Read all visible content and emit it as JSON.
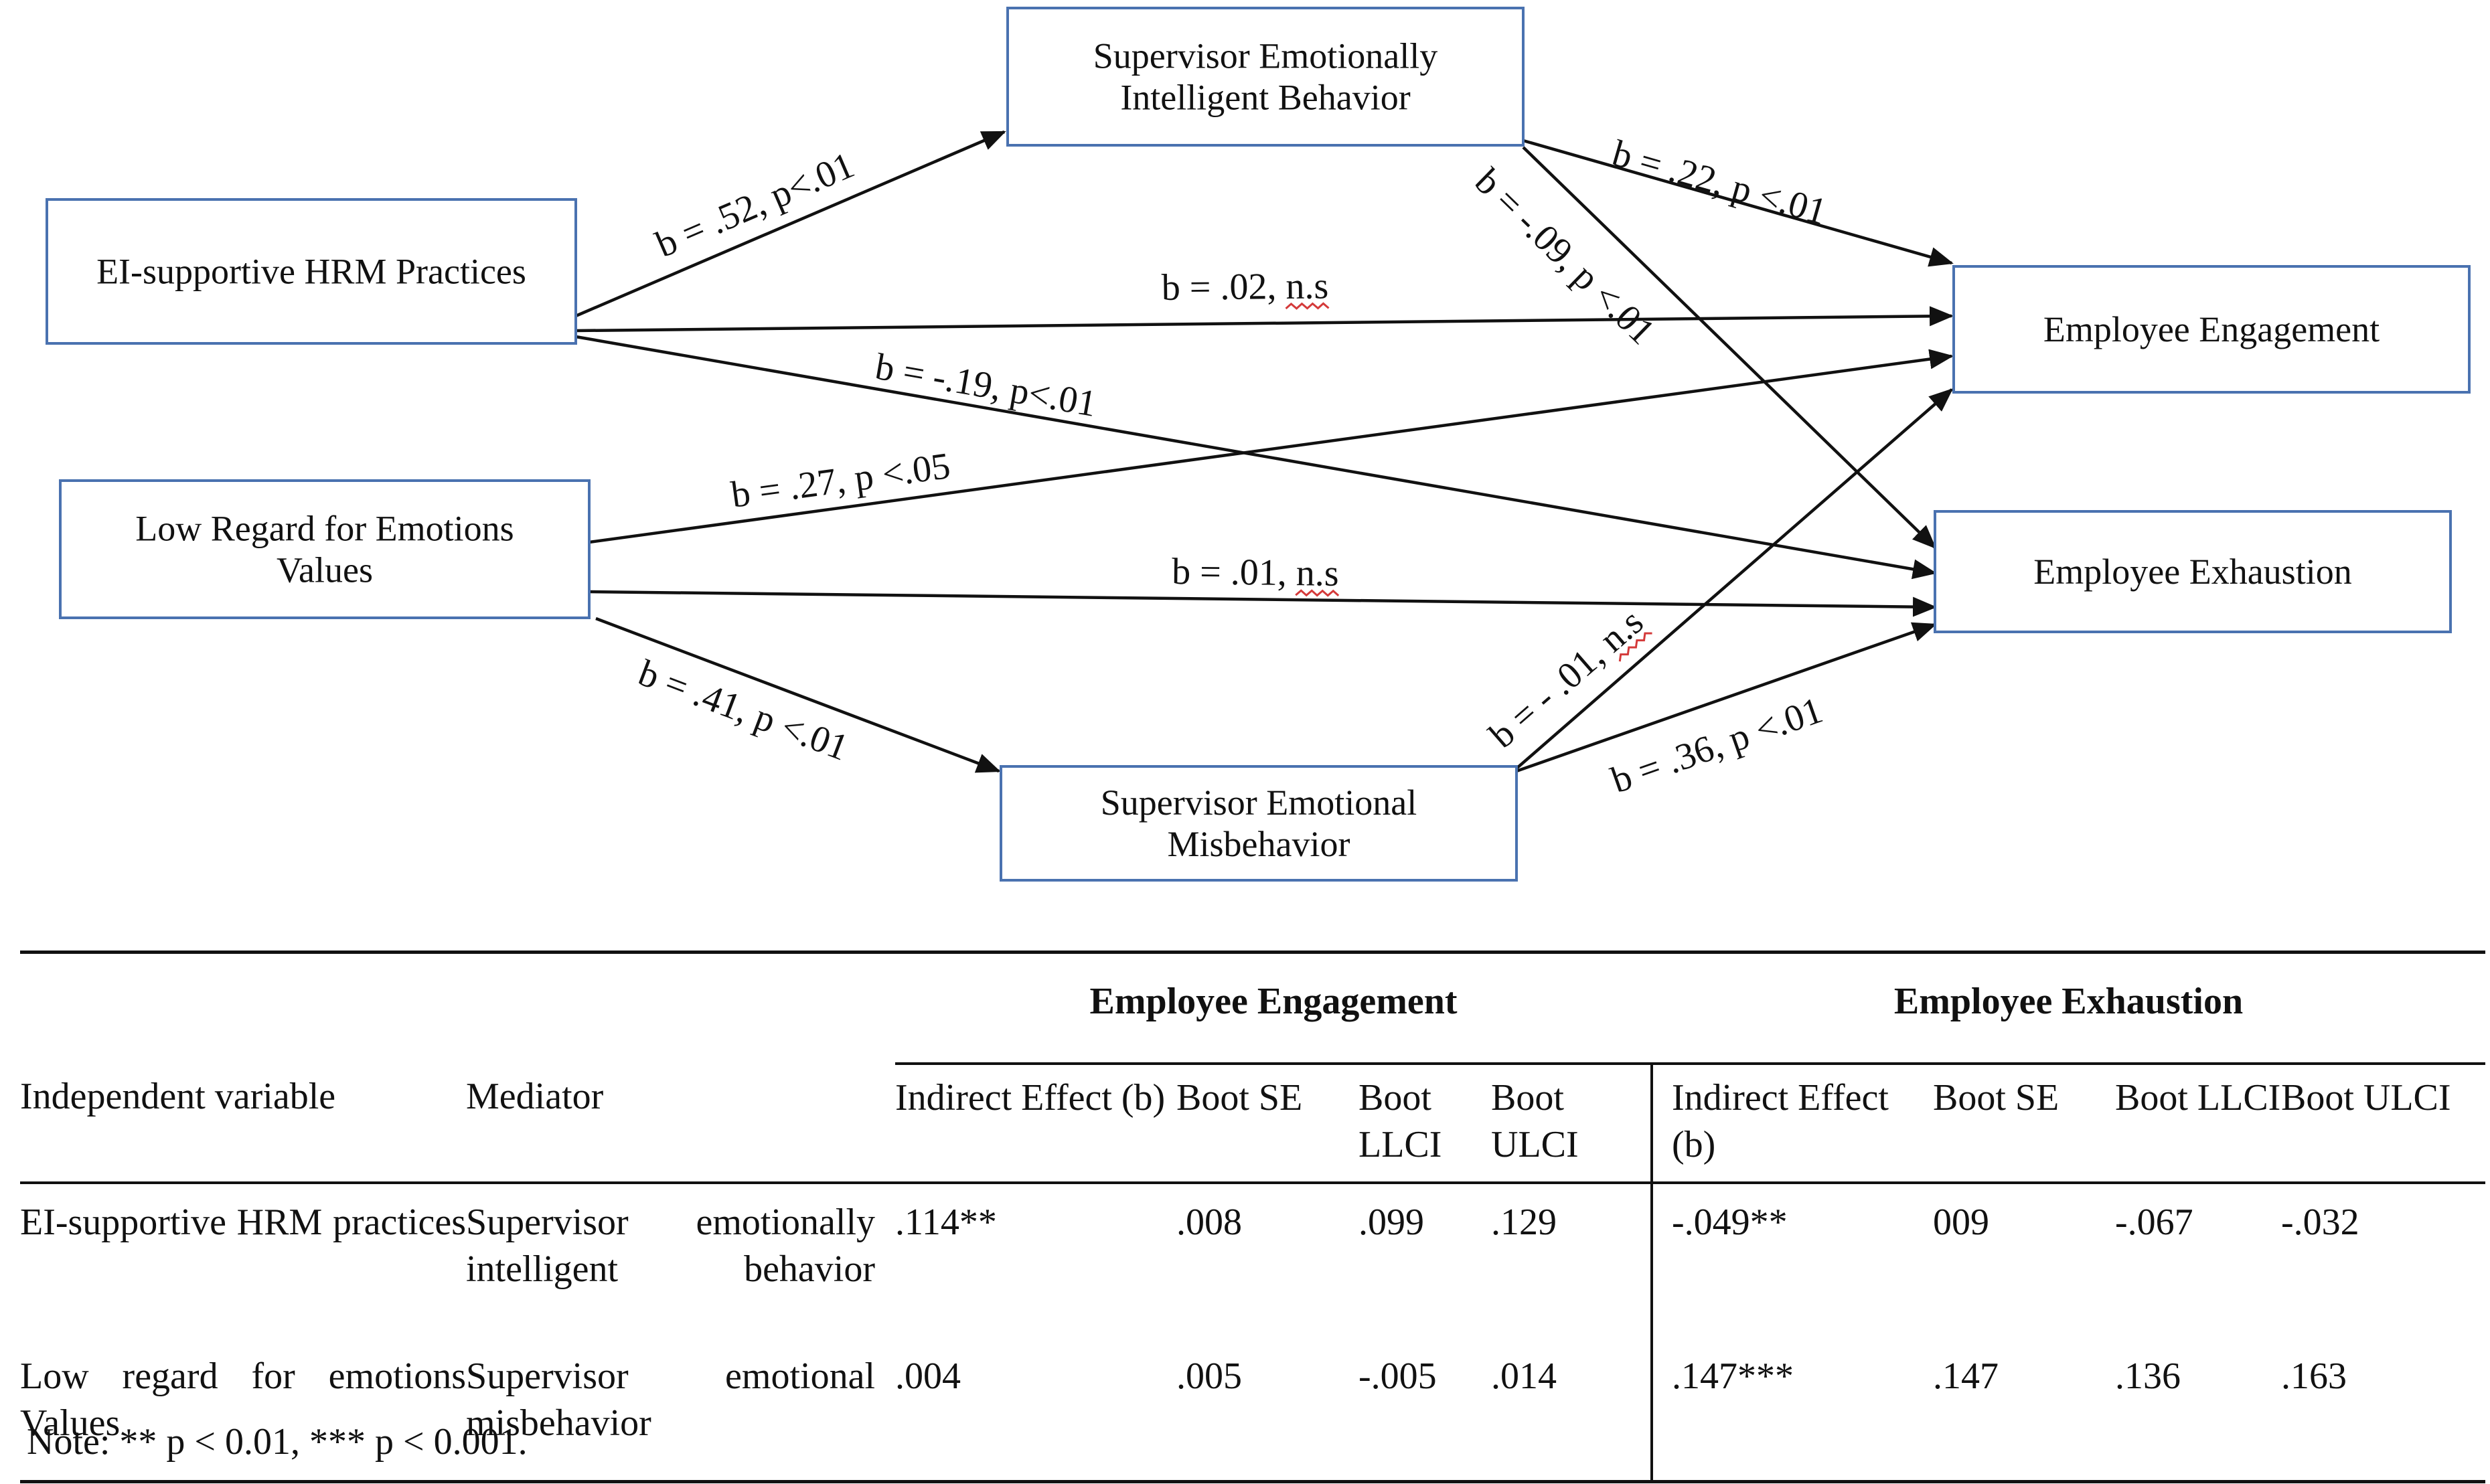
{
  "diagram": {
    "nodes": [
      {
        "id": "ei_hrm",
        "lines": [
          "EI-supportive HRM Practices"
        ]
      },
      {
        "id": "low_regard",
        "lines": [
          "Low Regard for Emotions",
          "Values"
        ]
      },
      {
        "id": "sup_ei",
        "lines": [
          "Supervisor Emotionally",
          "Intelligent Behavior"
        ]
      },
      {
        "id": "sup_mis",
        "lines": [
          "Supervisor Emotional",
          "Misbehavior"
        ]
      },
      {
        "id": "engagement",
        "lines": [
          "Employee Engagement"
        ]
      },
      {
        "id": "exhaustion",
        "lines": [
          "Employee Exhaustion"
        ]
      }
    ],
    "edges": [
      {
        "from": "ei_hrm",
        "to": "sup_ei",
        "label": "b = .52, p<.01"
      },
      {
        "from": "sup_ei",
        "to": "engagement",
        "label": "b = .22, p <.01"
      },
      {
        "from": "sup_ei",
        "to": "exhaustion",
        "label": "b = -.09, p <.01"
      },
      {
        "from": "ei_hrm",
        "to": "engagement",
        "label": "b = .02, n.s"
      },
      {
        "from": "ei_hrm",
        "to": "exhaustion",
        "label": "b = -.19, p<.01"
      },
      {
        "from": "low_regard",
        "to": "engagement",
        "label": "b = .27, p <.05"
      },
      {
        "from": "low_regard",
        "to": "exhaustion",
        "label": "b = .01, n.s"
      },
      {
        "from": "low_regard",
        "to": "sup_mis",
        "label": "b = .41, p <.01"
      },
      {
        "from": "sup_mis",
        "to": "engagement",
        "label": "b = - .01, n.s"
      },
      {
        "from": "sup_mis",
        "to": "exhaustion",
        "label": "b = .36, p <.01"
      }
    ]
  },
  "table": {
    "group_headers": [
      "Employee Engagement",
      "Employee Exhaustion"
    ],
    "columns": [
      "Independent variable",
      "Mediator",
      "Indirect Effect (b)",
      "Boot SE",
      "Boot LLCI",
      "Boot ULCI",
      "Indirect Effect (b)",
      "Boot SE",
      "Boot LLCI",
      "Boot ULCI"
    ],
    "rows": [
      [
        "EI-supportive HRM practices",
        "Supervisor emotionally intelligent behavior",
        ".114**",
        ".008",
        ".099",
        ".129",
        "-.049**",
        "009",
        "-.067",
        "-.032"
      ],
      [
        "Low regard for emotions Values",
        "Supervisor emotional misbehavior",
        ".004",
        ".005",
        "-.005",
        ".014",
        ".147***",
        ".147",
        ".136",
        ".163"
      ]
    ],
    "note": "Note: ** p < 0.01, *** p < 0.001."
  }
}
